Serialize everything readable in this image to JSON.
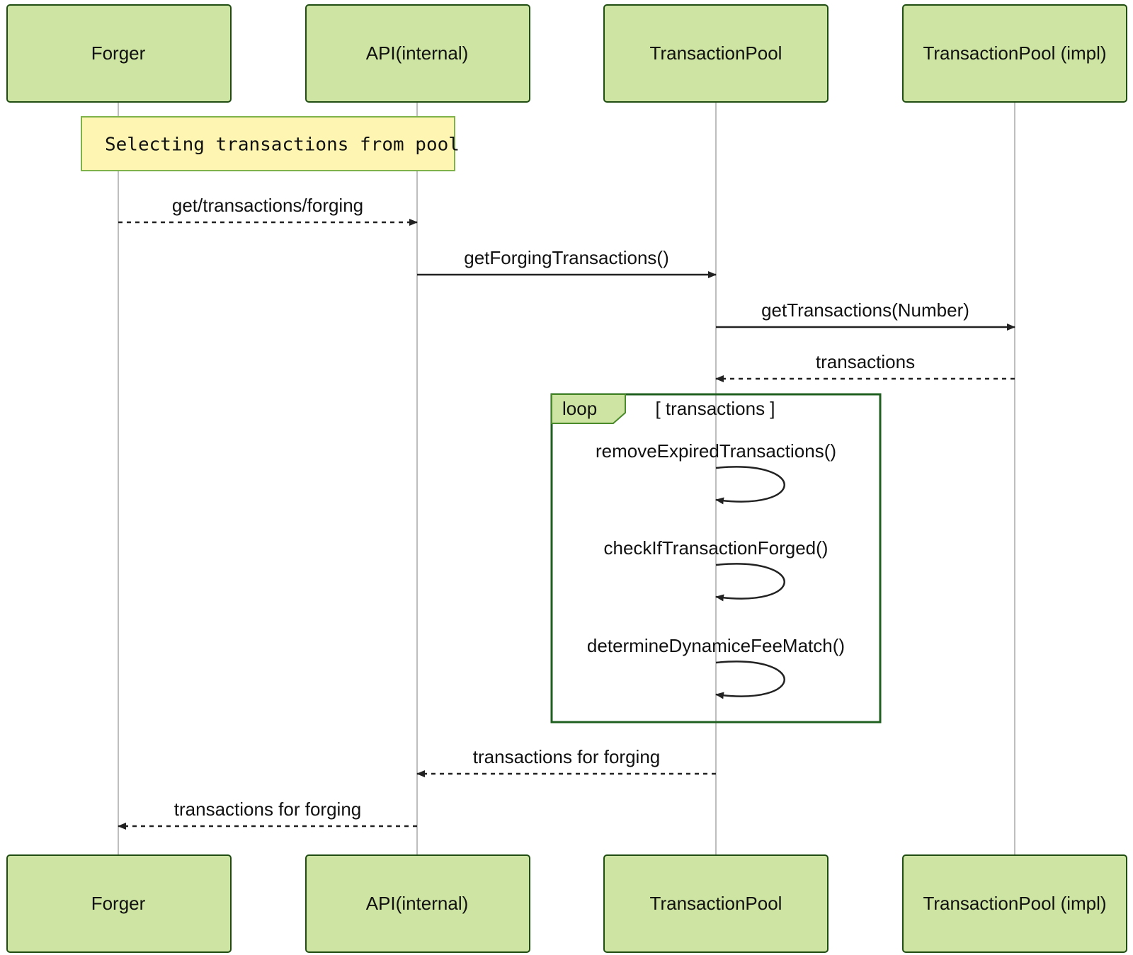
{
  "actors": [
    {
      "id": "forger",
      "label": "Forger"
    },
    {
      "id": "api",
      "label": "API(internal)"
    },
    {
      "id": "pool",
      "label": "TransactionPool"
    },
    {
      "id": "impl",
      "label": "TransactionPool (impl)"
    }
  ],
  "note": {
    "text": "Selecting transactions from pool"
  },
  "messages": [
    {
      "from": "forger",
      "to": "api",
      "label": "get/transactions/forging",
      "style": "dashed"
    },
    {
      "from": "api",
      "to": "pool",
      "label": "getForgingTransactions()",
      "style": "solid"
    },
    {
      "from": "pool",
      "to": "impl",
      "label": "getTransactions(Number)",
      "style": "solid"
    },
    {
      "from": "impl",
      "to": "pool",
      "label": "transactions",
      "style": "dashed"
    }
  ],
  "loop": {
    "label": "loop",
    "condition": "[ transactions ]",
    "self_messages": [
      {
        "actor": "pool",
        "label": "removeExpiredTransactions()"
      },
      {
        "actor": "pool",
        "label": "checkIfTransactionForged()"
      },
      {
        "actor": "pool",
        "label": "determineDynamiceFeeMatch()"
      }
    ]
  },
  "return_messages": [
    {
      "from": "pool",
      "to": "api",
      "label": "transactions for forging",
      "style": "dashed"
    },
    {
      "from": "api",
      "to": "forger",
      "label": "transactions for forging",
      "style": "dashed"
    }
  ],
  "colors": {
    "actor_fill": "#cde4a2",
    "actor_stroke": "#1f4d12",
    "note_fill": "#fdf5b1",
    "loop_stroke": "#1f5f1f"
  }
}
